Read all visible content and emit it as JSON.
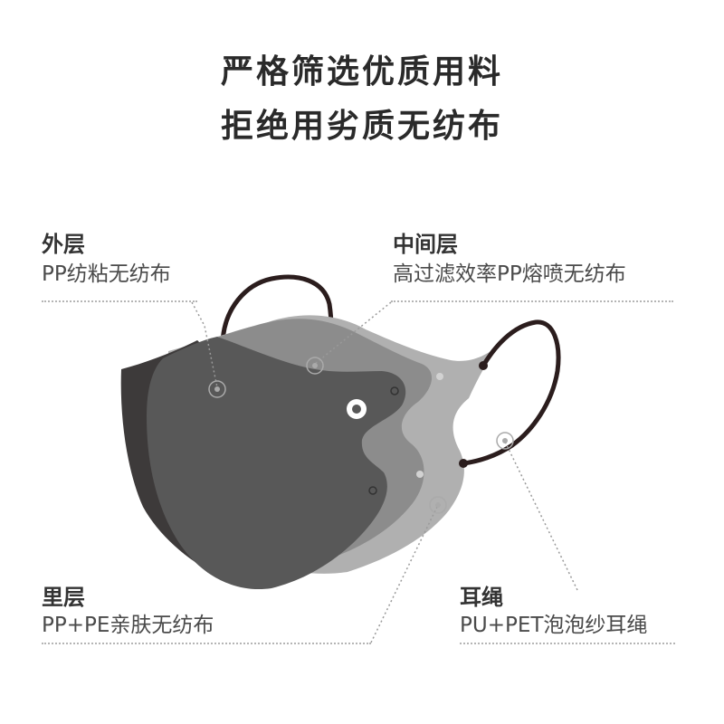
{
  "headline": {
    "line1": "严格筛选优质用料",
    "line2": "拒绝用劣质无纺布"
  },
  "layers": {
    "outer": {
      "title": "外层",
      "desc": "PP纺粘无纺布"
    },
    "middle": {
      "title": "中间层",
      "desc": "高过滤效率PP熔喷无纺布"
    },
    "inner": {
      "title": "里层",
      "desc": "PP+PE亲肤无纺布"
    },
    "earloop": {
      "title": "耳绳",
      "desc": "PU+PET泡泡纱耳绳"
    }
  },
  "colors": {
    "text": "#2a2a2a",
    "outer_layer": "#585858",
    "outer_layer_edge": "#3d3a3a",
    "middle_layer": "#8c8c8c",
    "inner_layer": "#b0b0b0",
    "ear_loop": "#2b1d1d",
    "leader_line": "#9a9a9a"
  },
  "icons": [
    "leader-marker-icon",
    "valve-icon"
  ]
}
